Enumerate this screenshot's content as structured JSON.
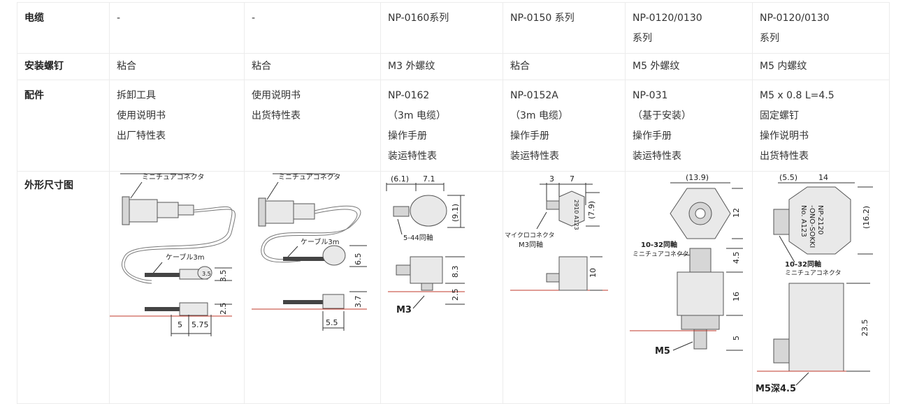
{
  "rows": [
    {
      "header": "电缆",
      "cells": [
        [
          "-"
        ],
        [
          "-"
        ],
        [
          "NP-0160系列"
        ],
        [
          "NP-0150 系列"
        ],
        [
          "NP-0120/0130",
          "系列"
        ],
        [
          "NP-0120/0130",
          "系列"
        ]
      ]
    },
    {
      "header": "安装螺钉",
      "cells": [
        [
          "粘合"
        ],
        [
          "粘合"
        ],
        [
          "M3 外螺纹"
        ],
        [
          "粘合"
        ],
        [
          "M5 外螺纹"
        ],
        [
          "M5 内螺纹"
        ]
      ]
    },
    {
      "header": "配件",
      "cells": [
        [
          "拆卸工具",
          "使用说明书",
          "出厂特性表"
        ],
        [
          "使用说明书",
          "出货特性表"
        ],
        [
          "NP-0162",
          "（3m 电缆）",
          "操作手册",
          "装运特性表"
        ],
        [
          "NP-0152A",
          "（3m 电缆）",
          "操作手册",
          "装运特性表"
        ],
        [
          "NP-031",
          "（基于安装）",
          "操作手册",
          "装运特性表"
        ],
        [
          "M5 x 0.8 L=4.5",
          "固定螺钉",
          "操作说明书",
          "出货特性表"
        ]
      ]
    },
    {
      "header": "外形尺寸图"
    }
  ],
  "drawings": {
    "d1": {
      "connector": "ミニチュアコネクタ",
      "cable": "ケーブル3m",
      "dims": [
        "3.5",
        "5",
        "5.75",
        "2.5"
      ]
    },
    "d2": {
      "connector": "ミニチュアコネクタ",
      "cable": "ケーブル3m",
      "dims": [
        "6.5",
        "3.7",
        "5.5"
      ]
    },
    "d3": {
      "dims": [
        "(6.1)",
        "7.1",
        "(9.1)",
        "8.3",
        "2.5"
      ],
      "thread": "5-44同軸",
      "mount": "M3"
    },
    "d4": {
      "dims": [
        "3",
        "7",
        "(7.9)",
        "10"
      ],
      "connector": "マイクロコネクタ",
      "thread": "M3同軸",
      "marking": "2910 A123"
    },
    "d5": {
      "dims": [
        "(13.9)",
        "12",
        "4.5",
        "16",
        "5"
      ],
      "thread": "10-32同軸",
      "connector": "ミニチュアコネクタ",
      "mount": "M5"
    },
    "d6": {
      "dims": [
        "(5.5)",
        "14",
        "(16.2)",
        "23.5"
      ],
      "marking": [
        "NP-2120",
        "-ONO-SOKKI",
        "No. A123"
      ],
      "thread": "10-32同軸",
      "connector": "ミニチュアコネクタ",
      "mount": "M5深4.5"
    }
  }
}
